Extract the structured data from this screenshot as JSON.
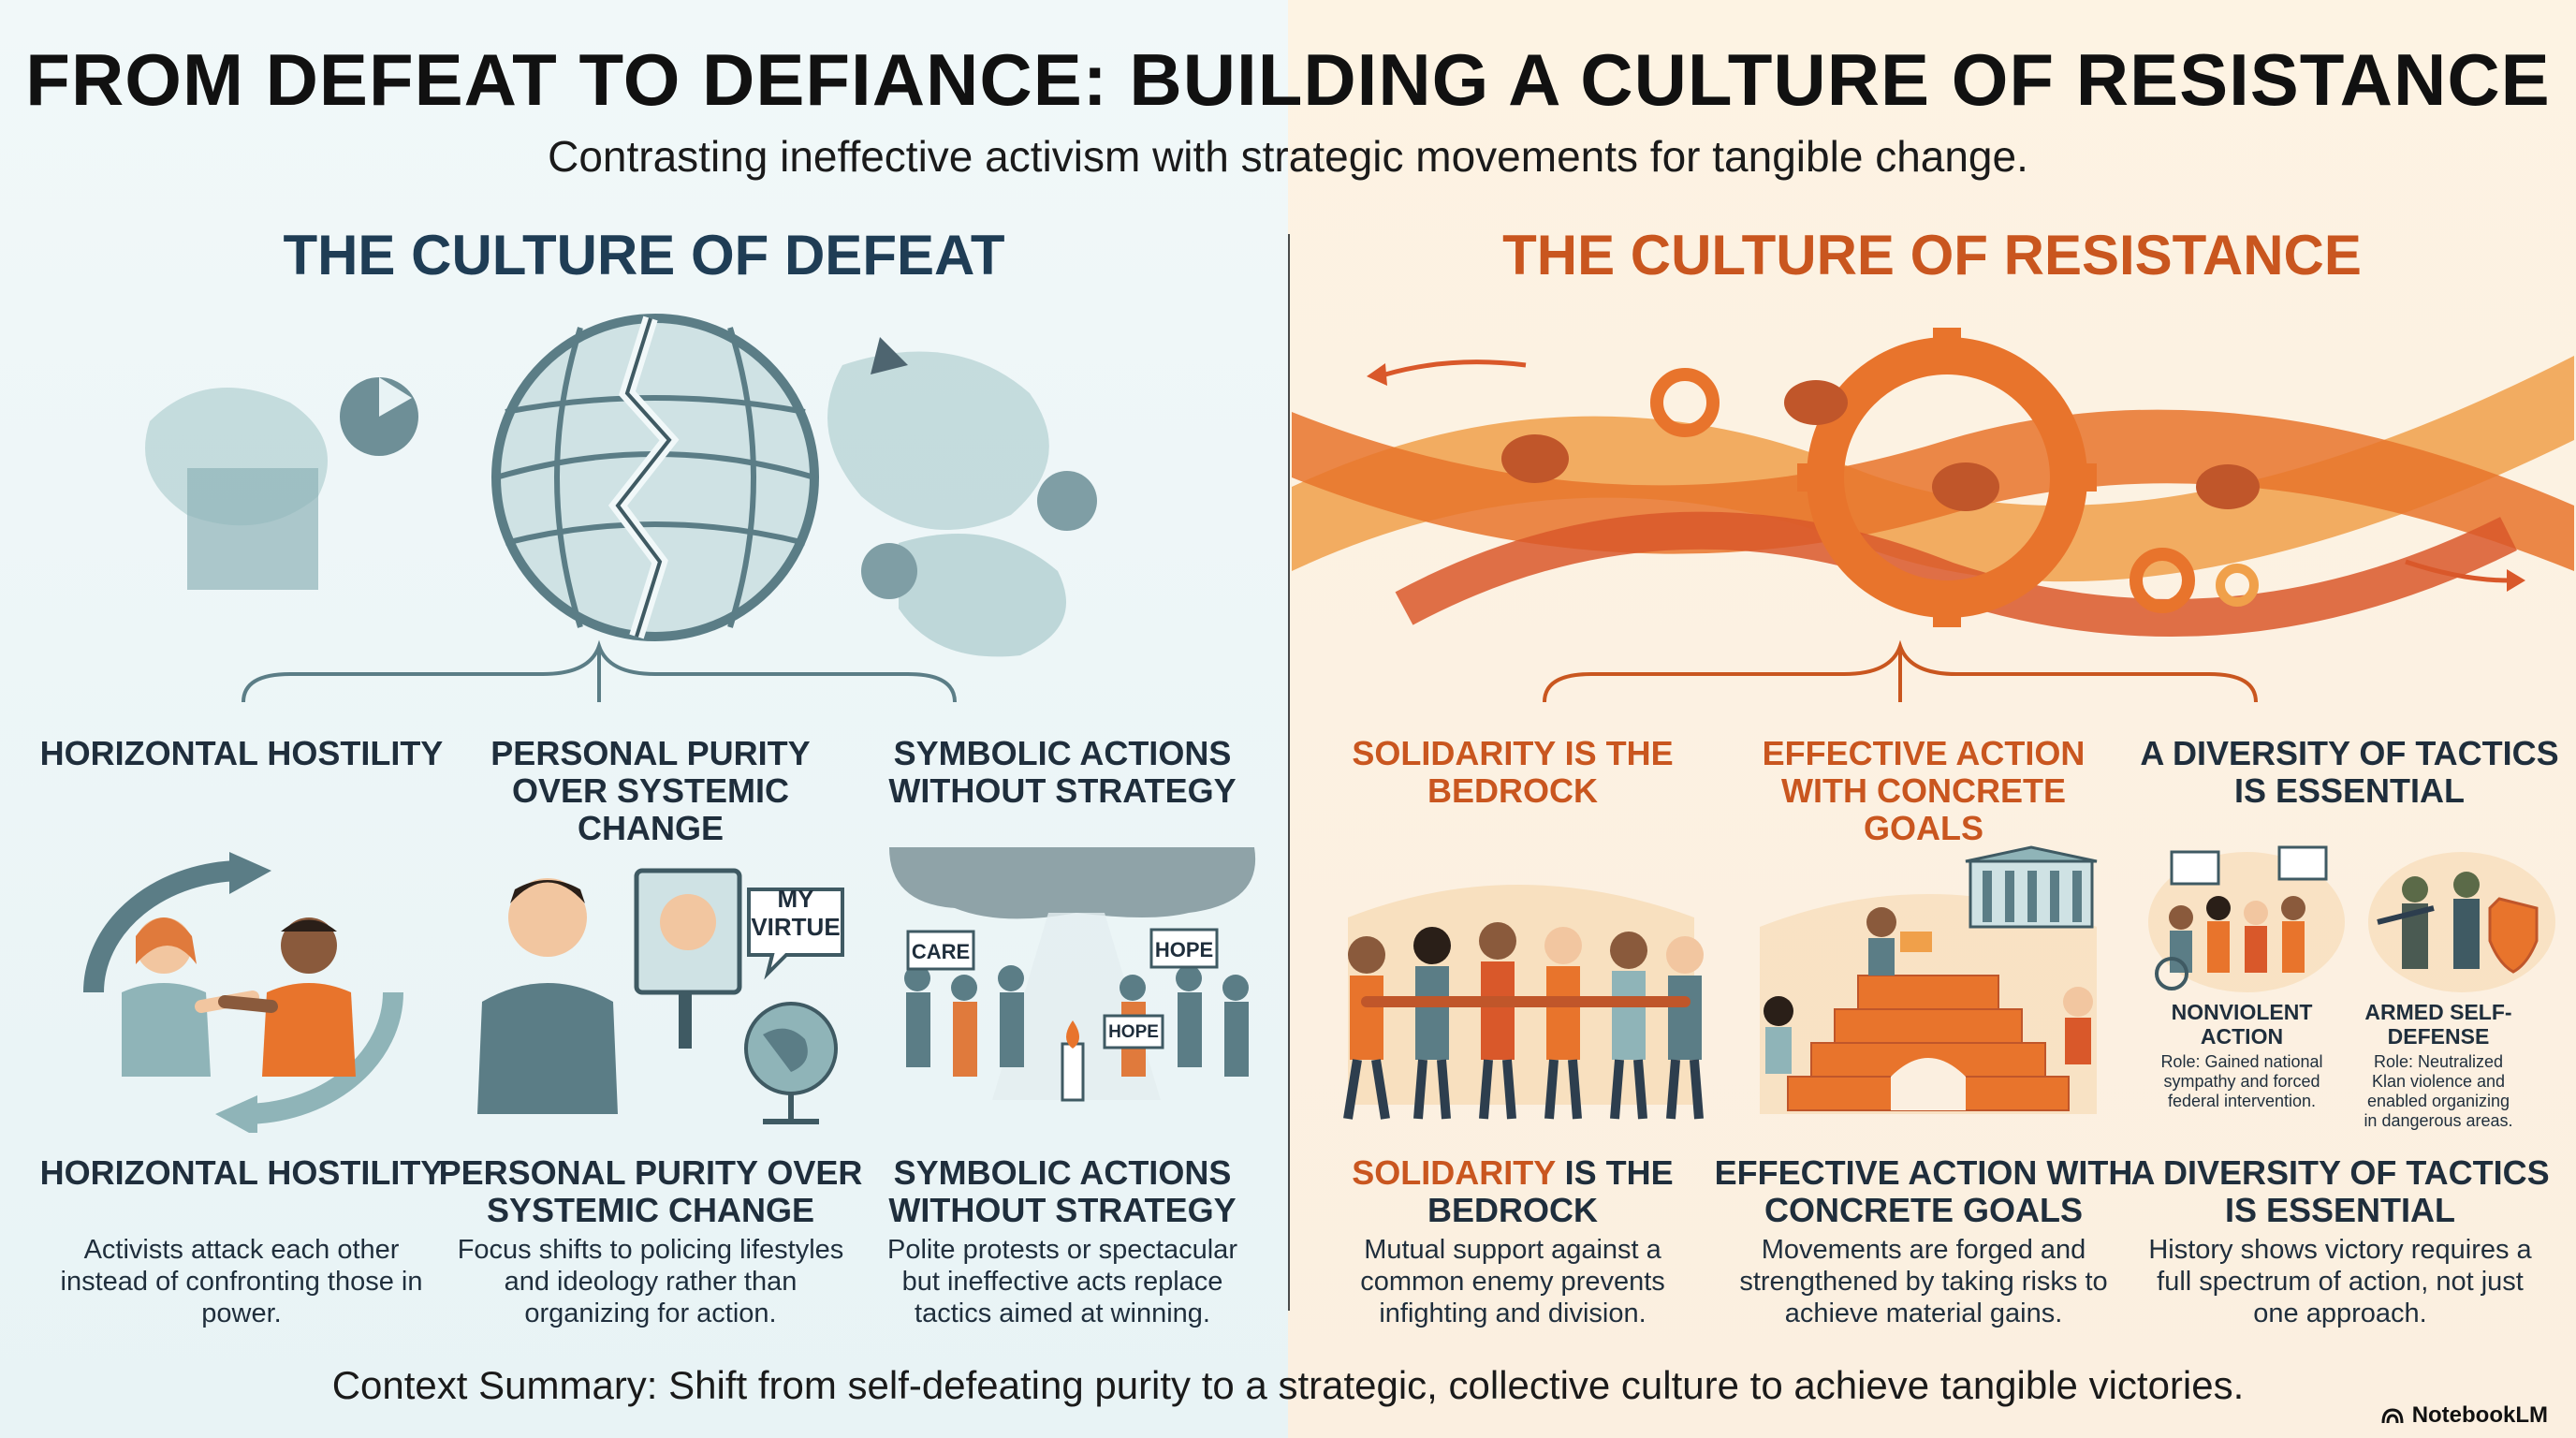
{
  "title": "FROM DEFEAT TO DEFIANCE: BUILDING A CULTURE OF RESISTANCE",
  "subtitle": "Contrasting ineffective activism with strategic movements for tangible change.",
  "defeat": {
    "heading": "THE CULTURE OF DEFEAT",
    "captions": [
      "HORIZONTAL HOSTILITY",
      "PERSONAL PURITY OVER SYSTEMIC CHANGE",
      "SYMBOLIC ACTIONS WITHOUT STRATEGY"
    ],
    "cards": [
      {
        "title": "HORIZONTAL HOSTILITY",
        "text": "Activists attack each other instead of confronting those in power."
      },
      {
        "title": "PERSONAL PURITY OVER SYSTEMIC CHANGE",
        "text": "Focus shifts to policing lifestyles and ideology rather than organizing for action."
      },
      {
        "title": "SYMBOLIC ACTIONS WITHOUT STRATEGY",
        "text": "Polite protests or spectacular but ineffective acts replace tactics aimed at winning."
      }
    ],
    "bubble": "MY VIRTUE",
    "signs": [
      "CARE",
      "HOPE",
      "HOPE"
    ]
  },
  "resistance": {
    "heading": "THE CULTURE OF RESISTANCE",
    "captions": [
      "SOLIDARITY IS THE BEDROCK",
      "EFFECTIVE ACTION WITH CONCRETE GOALS",
      "A DIVERSITY OF TACTICS IS ESSENTIAL"
    ],
    "cards": [
      {
        "title_a": "SOLIDARITY",
        "title_b": " IS THE BEDROCK",
        "text": "Mutual support against a common enemy prevents infighting and division."
      },
      {
        "title": "EFFECTIVE ACTION WITH CONCRETE GOALS",
        "text": "Movements are forged and strengthened by taking risks to achieve material gains."
      },
      {
        "title": "A DIVERSITY OF TACTICS IS ESSENTIAL",
        "text": "History shows victory requires a full spectrum of action, not just one approach."
      }
    ],
    "tactics": [
      {
        "title": "NONVIOLENT ACTION",
        "role": "Role: Gained national sympathy and forced federal intervention."
      },
      {
        "title": "ARMED SELF-DEFENSE",
        "role": "Role: Neutralized Klan violence and enabled organizing in dangerous areas."
      }
    ]
  },
  "footer": "Context Summary: Shift from self-defeating purity to a strategic, collective culture to achieve tangible victories.",
  "brand": "NotebookLM",
  "colors": {
    "defeat_heading": "#1f3d55",
    "resistance_heading": "#c9561f",
    "teal": "#7fa9ad",
    "orange": "#e8742c"
  }
}
